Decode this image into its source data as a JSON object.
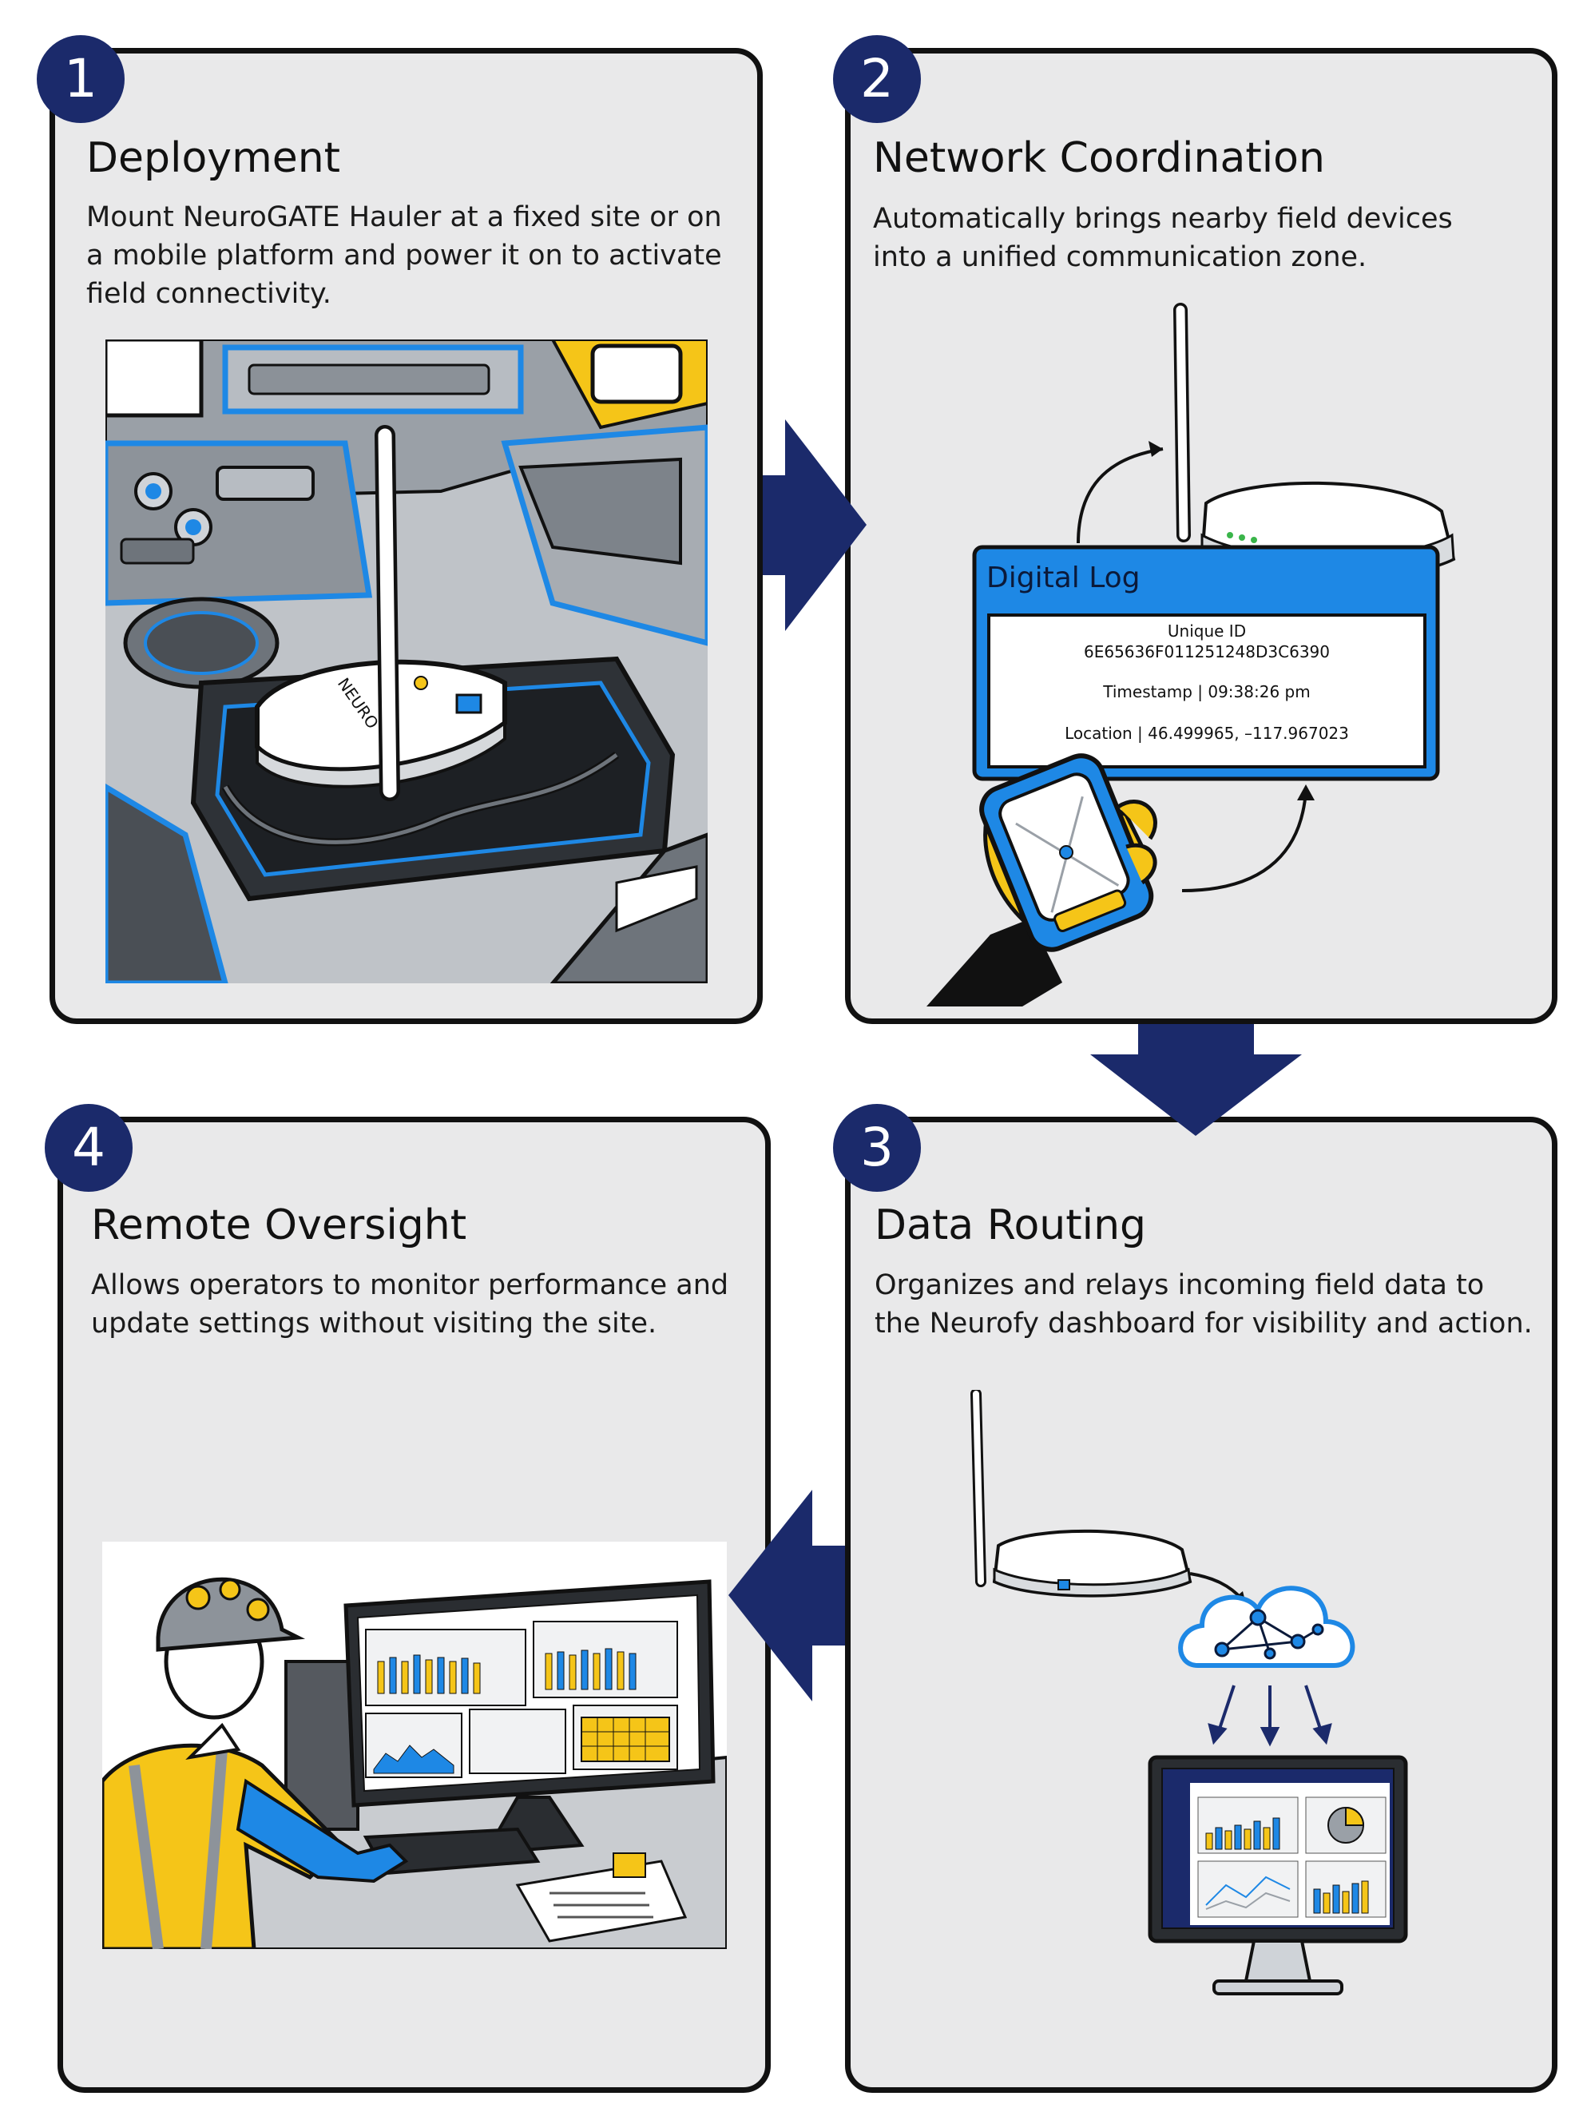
{
  "colors": {
    "navy": "#1b2a6b",
    "panel_bg": "#e9e9ea",
    "accent_blue": "#1e88e5",
    "accent_yellow": "#f5c518",
    "outline": "#111111"
  },
  "steps": [
    {
      "number": "1",
      "title": "Deployment",
      "description": "Mount NeuroGATE Hauler at a fixed site or on a mobile platform and power it on to activate field connectivity."
    },
    {
      "number": "2",
      "title": "Network Coordination",
      "description": "Automatically brings nearby field devices into a unified communication zone."
    },
    {
      "number": "3",
      "title": "Data Routing",
      "description": "Organizes and relays incoming field data to the Neurofy dashboard for visibility and action."
    },
    {
      "number": "4",
      "title": "Remote Oversight",
      "description": "Allows operators to monitor performance and update settings without visiting the site."
    }
  ],
  "device_label": "NEURO",
  "digital_log": {
    "title": "Digital Log",
    "unique_id_label": "Unique ID",
    "unique_id_value": "6E65636F011251248D3C6390",
    "timestamp": "Timestamp | 09:38:26 pm",
    "location": "Location | 46.499965, –117.967023"
  },
  "arrows": [
    {
      "direction": "right",
      "from": "1",
      "to": "2"
    },
    {
      "direction": "down",
      "from": "2",
      "to": "3"
    },
    {
      "direction": "left",
      "from": "3",
      "to": "4"
    }
  ]
}
